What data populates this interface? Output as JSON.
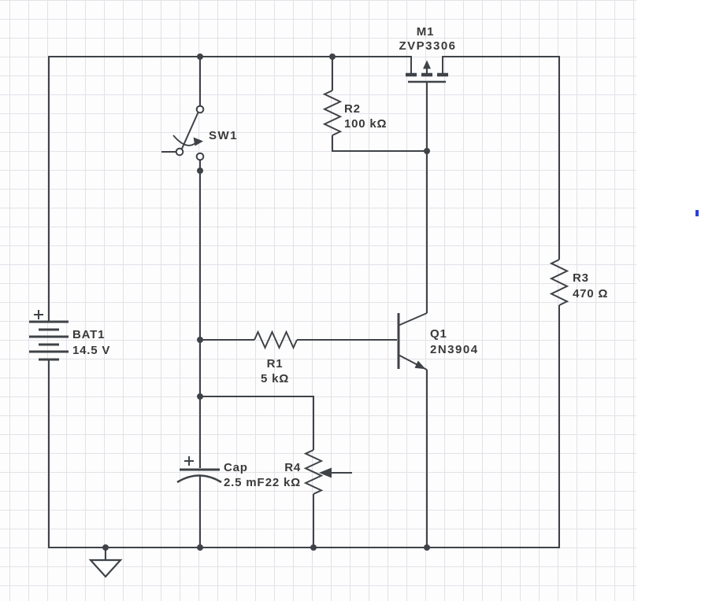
{
  "colors": {
    "wire": "#3f4347",
    "label": "#3a3a3a",
    "grid": "#e2e2e7",
    "canvas": "#fdfdfe",
    "artifact_blue": "#2b3fd4"
  },
  "components": {
    "m1": {
      "designator": "M1",
      "value": "ZVP3306"
    },
    "r2": {
      "designator": "R2",
      "value": "100 kΩ"
    },
    "sw1": {
      "designator": "SW1"
    },
    "r3": {
      "designator": "R3",
      "value": "470 Ω"
    },
    "bat1": {
      "designator": "BAT1",
      "value": "14.5 V"
    },
    "r1": {
      "designator": "R1",
      "value": "5 kΩ"
    },
    "q1": {
      "designator": "Q1",
      "value": "2N3904"
    },
    "cap": {
      "designator": "Cap",
      "value": "2.5 mF"
    },
    "r4": {
      "designator": "R4",
      "value": "22 kΩ"
    }
  }
}
